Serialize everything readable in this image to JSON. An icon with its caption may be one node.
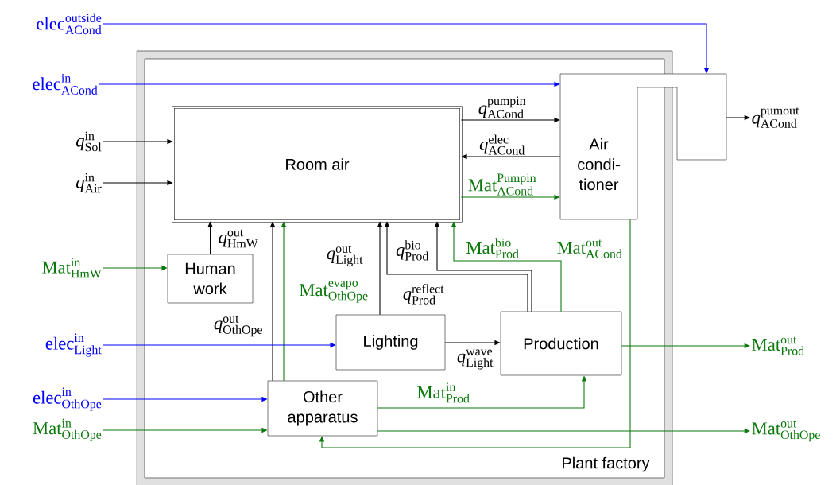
{
  "diagram": {
    "nodes": [
      {
        "text": [
          "Plant factory"
        ]
      },
      {
        "text": [
          "Room air"
        ],
        "in": 0
      },
      {
        "text": [
          "Air condi- tioner"
        ]
      },
      {
        "text": [
          "Human work"
        ],
        "in": 0
      },
      {
        "text": [
          "Lighting"
        ],
        "in": 0
      },
      {
        "text": [
          "Production"
        ],
        "in": 0
      },
      {
        "text": [
          "Other apparatus"
        ],
        "in": 0
      },
      {
        "text": [
          "\\mathrm{elec}^{\\mathrm{outside}}_{\\mathrm{ACond}}"
        ]
      },
      {
        "text": [
          "\\mathrm{elec}^{\\mathrm{in}}_{\\mathrm{ACond}}"
        ]
      },
      {
        "text": [
          "\\mathit{q}^{\\mathrm{in}}_{\\mathrm{Sol}}"
        ]
      },
      {
        "text": [
          "\\mathit{q}^{\\mathrm{in}}_{\\mathrm{Air}}"
        ]
      },
      {
        "text": [
          "\\mathit{q}^{\\mathrm{pumout}}_{\\mathrm{ACond}}"
        ]
      },
      {
        "text": [
          "\\mathrm{Mat}^{\\mathrm{in}}_{\\mathrm{HmW}}"
        ]
      },
      {
        "text": [
          "\\mathrm{elec}^{\\mathrm{in}}_{\\mathrm{Light}}"
        ]
      },
      {
        "text": [
          "\\mathrm{elec}^{\\mathrm{in}}_{\\mathrm{OthOpe}}"
        ]
      },
      {
        "text": [
          "\\mathrm{Mat}^{\\mathrm{in}}_{\\mathrm{OthOpe}}"
        ]
      },
      {
        "text": [
          "\\mathrm{Mat}^{\\mathrm{out}}_{\\mathrm{Prod}}"
        ]
      },
      {
        "text": [
          "\\mathrm{Mat}^{\\mathrm{out}}_{\\mathrm{OthOpe}}"
        ]
      }
    ],
    "edges": [
      {
        "from": 7,
        "to": 2,
        "arrow": "to",
        "color": "#0000ff"
      },
      {
        "from": 8,
        "to": 2,
        "arrow": "to",
        "color": "#0000ff"
      },
      {
        "from": 9,
        "to": 1,
        "arrow": "to"
      },
      {
        "from": 10,
        "to": 1,
        "arrow": "to"
      },
      {
        "from": 1,
        "to": 2,
        "arrow": "to",
        "label": "\\mathit{q}^{\\mathrm{pumpin}}_{\\mathrm{ACond}}"
      },
      {
        "from": 2,
        "to": 1,
        "arrow": "to",
        "label": "\\mathit{q}^{\\mathrm{elec}}_{\\mathrm{ACond}}"
      },
      {
        "from": 1,
        "to": 2,
        "arrow": "to",
        "label": "\\mathrm{Mat}^{\\mathrm{Pumpin}}_{\\mathrm{ACond}}",
        "color": "#0b780b"
      },
      {
        "from": 2,
        "to": 11,
        "arrow": "to"
      },
      {
        "from": 12,
        "to": 3,
        "arrow": "to",
        "color": "#0b780b"
      },
      {
        "from": 3,
        "to": 1,
        "arrow": "to",
        "label": "\\mathit{q}^{\\mathrm{out}}_{\\mathrm{HmW}}"
      },
      {
        "from": 6,
        "to": 1,
        "arrow": "to",
        "label": "\\mathit{q}^{\\mathrm{out}}_{\\mathrm{OthOpe}}"
      },
      {
        "from": 6,
        "to": 1,
        "arrow": "to",
        "label": "\\mathrm{Mat}^{\\mathrm{evapo}}_{\\mathrm{OthOpe}}",
        "color": "#0b780b"
      },
      {
        "from": 4,
        "to": 1,
        "arrow": "to",
        "label": "\\mathit{q}^{\\mathrm{out}}_{\\mathrm{Light}}"
      },
      {
        "from": 5,
        "to": 1,
        "arrow": "to",
        "label": "\\mathit{q}^{\\mathrm{reflect}}_{\\mathrm{Prod}}"
      },
      {
        "from": 5,
        "to": 1,
        "arrow": "to",
        "label": "\\mathit{q}^{\\mathrm{bio}}_{\\mathrm{Prod}}"
      },
      {
        "from": 5,
        "to": 1,
        "arrow": "to",
        "label": "\\mathrm{Mat}^{\\mathrm{bio}}_{\\mathrm{Prod}}",
        "color": "#0b780b"
      },
      {
        "from": 2,
        "to": 6,
        "arrow": "to",
        "label": "\\mathrm{Mat}^{\\mathrm{out}}_{\\mathrm{ACond}}",
        "color": "#0b780b"
      },
      {
        "from": 4,
        "to": 5,
        "arrow": "to",
        "label": "\\mathit{q}^{\\mathrm{wave}}_{\\mathrm{Light}}"
      },
      {
        "from": 6,
        "to": 5,
        "arrow": "to",
        "label": "\\mathrm{Mat}^{\\mathrm{in}}_{\\mathrm{Prod}}",
        "color": "#0b780b"
      },
      {
        "from": 5,
        "to": 16,
        "arrow": "to",
        "color": "#0b780b"
      },
      {
        "from": 6,
        "to": 17,
        "arrow": "to",
        "color": "#0b780b"
      },
      {
        "from": 13,
        "to": 4,
        "arrow": "to",
        "color": "#0000ff"
      },
      {
        "from": 14,
        "to": 6,
        "arrow": "to",
        "color": "#0000ff"
      },
      {
        "from": 15,
        "to": 6,
        "arrow": "to",
        "color": "#0b780b"
      }
    ]
  }
}
